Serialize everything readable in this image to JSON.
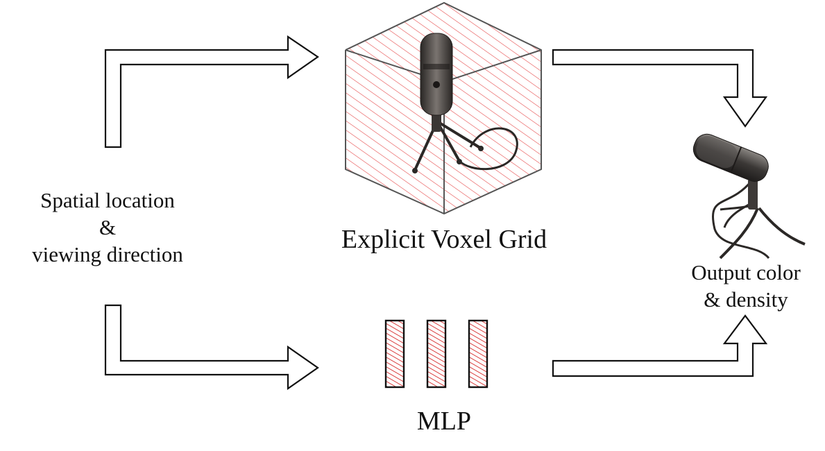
{
  "input": {
    "line1": "Spatial location",
    "line2": "&",
    "line3": "viewing direction"
  },
  "voxel": {
    "label": "Explicit Voxel Grid"
  },
  "mlp": {
    "label": "MLP"
  },
  "output": {
    "line1": "Output color",
    "line2": "& density"
  },
  "colors": {
    "hatch": "#e23a3a",
    "mlp_hatch": "#d10f0f",
    "outline": "#111111",
    "cube_edge": "#555555",
    "mic_body": "#4a4644"
  },
  "icons": [
    "microphone-icon",
    "microphone-icon"
  ]
}
